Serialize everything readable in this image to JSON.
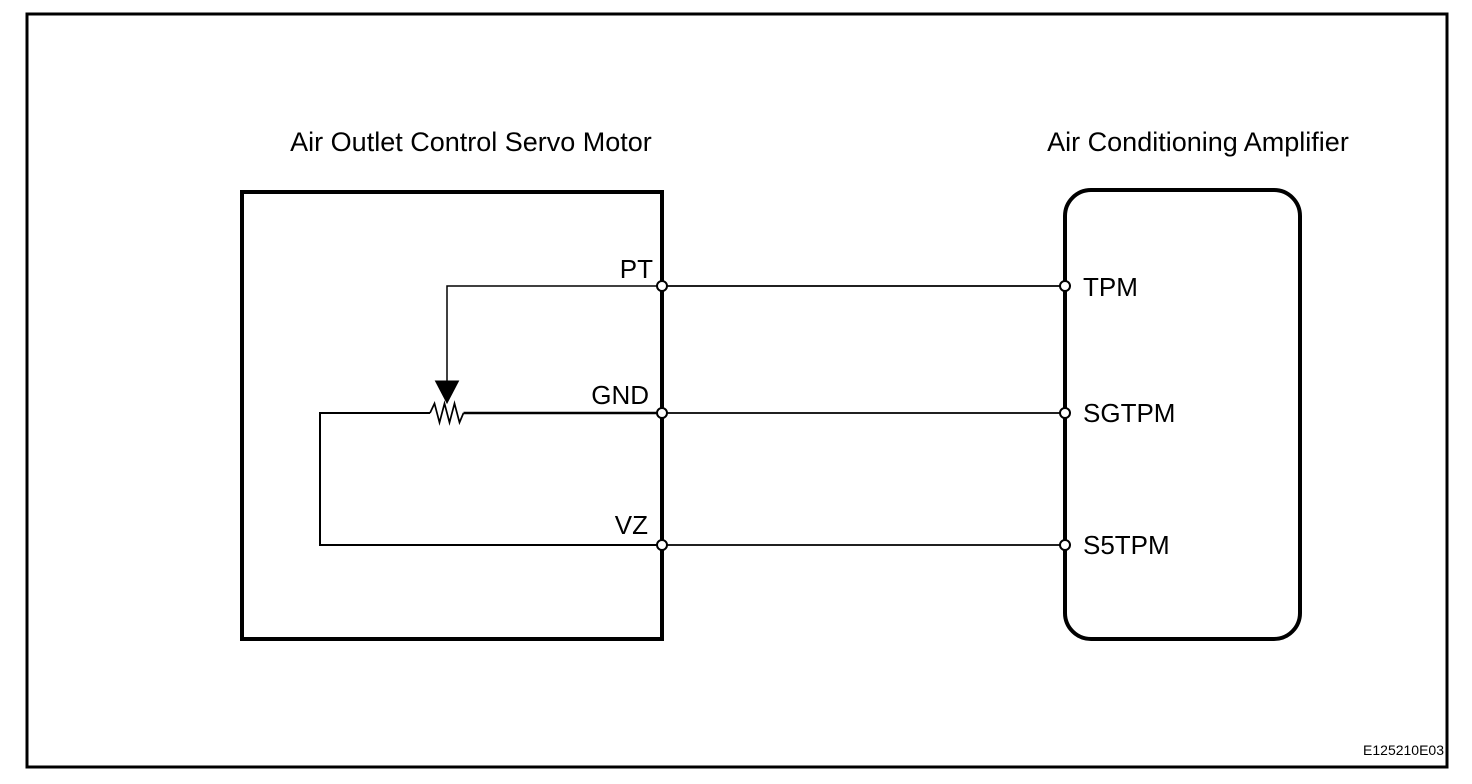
{
  "diagram": {
    "left_component": {
      "title": "Air Outlet Control Servo Motor",
      "pins": [
        {
          "label": "PT"
        },
        {
          "label": "GND"
        },
        {
          "label": "VZ"
        }
      ],
      "internal_symbol": "potentiometer-with-wiper-arrow"
    },
    "right_component": {
      "title": "Air Conditioning Amplifier",
      "pins": [
        {
          "label": "TPM"
        },
        {
          "label": "SGTPM"
        },
        {
          "label": "S5TPM"
        }
      ]
    },
    "connections": [
      {
        "from": "PT",
        "to": "TPM"
      },
      {
        "from": "GND",
        "to": "SGTPM"
      },
      {
        "from": "VZ",
        "to": "S5TPM"
      }
    ],
    "figure_code": "E125210E03",
    "colors": {
      "line": "#000000",
      "background": "#ffffff"
    }
  }
}
